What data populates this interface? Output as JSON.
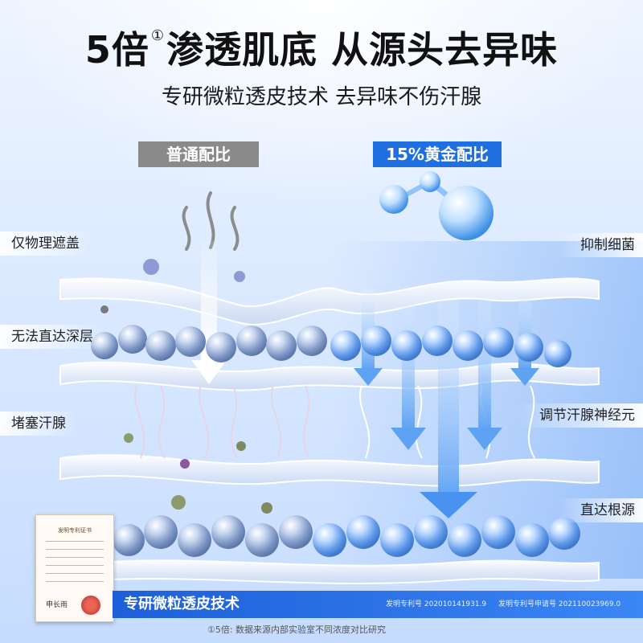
{
  "header": {
    "title_a": "5倍",
    "title_mark": "①",
    "title_b": "渗透肌底 从源头去异味",
    "subtitle": "专研微粒透皮技术 去异味不伤汗腺"
  },
  "compare": {
    "left_tag": "普通配比",
    "right_tag": "15%黄金配比"
  },
  "left_labels": [
    "仅物理遮盖",
    "无法直达深层",
    "堵塞汗腺"
  ],
  "right_labels": [
    "抑制细菌",
    "调节汗腺神经元",
    "直达根源"
  ],
  "certificate": {
    "title": "发明专利证书",
    "signature": "申长雨"
  },
  "bottom_bar": {
    "title": "专研微粒透皮技术",
    "patent_1": "发明专利号 202010141931.9",
    "patent_2": "发明专利号申请号 202110023969.0"
  },
  "footnote": "①5倍: 数据来源内部实验室不同浓度对比研究",
  "colors": {
    "accent_blue": "#1f6fe0",
    "gray_tag": "#8a8a8a"
  }
}
